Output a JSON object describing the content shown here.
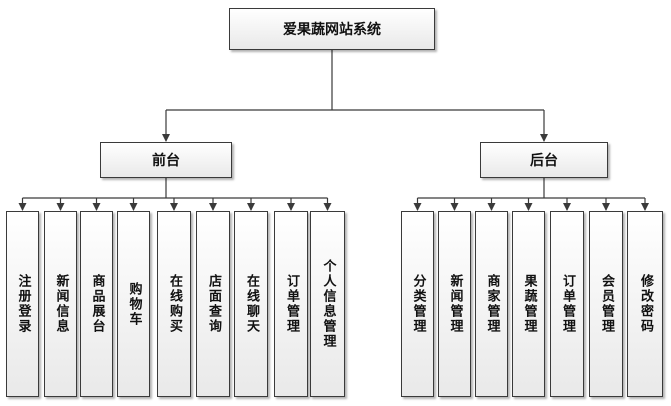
{
  "root": {
    "label": "爱果蔬网站系统"
  },
  "branches": [
    {
      "label": "前台",
      "children": [
        "注册登录",
        "新闻信息",
        "商品展台",
        "购物车",
        "在线购买",
        "店面查询",
        "在线聊天",
        "订单管理",
        "个人信息管理"
      ]
    },
    {
      "label": "后台",
      "children": [
        "分类管理",
        "新闻管理",
        "商家管理",
        "果蔬管理",
        "订单管理",
        "会员管理",
        "修改密码"
      ]
    }
  ],
  "colors": {
    "line": "#3a3a3a",
    "box_border": "#3a3a3a",
    "box_fill_top": "#ffffff",
    "box_fill_bottom": "#e9e9e9"
  }
}
